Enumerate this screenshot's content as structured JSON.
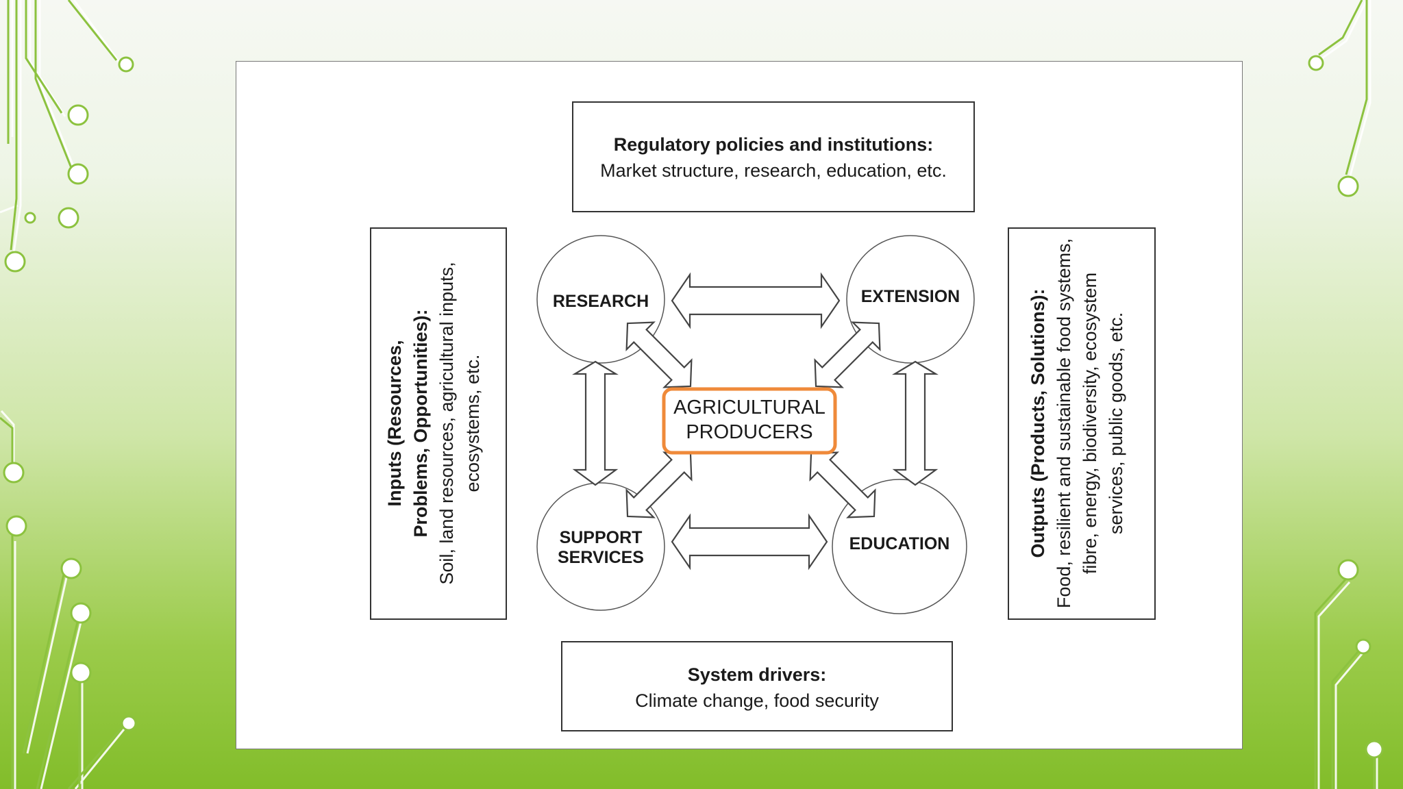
{
  "regulatory": {
    "title": "Regulatory policies and institutions:",
    "detail": "Market structure, research, education, etc."
  },
  "inputs": {
    "title_line1": "Inputs (Resources,",
    "title_line2": "Problems, Opportunities):",
    "detail_line1": "Soil, land resources, agricultural inputs,",
    "detail_line2": "ecosystems, etc."
  },
  "outputs": {
    "title": "Outputs (Products, Solutions):",
    "detail_line1": "Food, resilient and sustainable food systems,",
    "detail_line2": "fibre, energy, biodiversity, ecosystem",
    "detail_line3": "services, public goods, etc."
  },
  "drivers": {
    "title": "System drivers:",
    "detail": "Climate change, food security"
  },
  "nodes": {
    "research": "RESEARCH",
    "extension": "EXTENSION",
    "support_line1": "SUPPORT",
    "support_line2": "SERVICES",
    "education": "EDUCATION",
    "center_line1": "AGRICULTURAL",
    "center_line2": "PRODUCERS"
  },
  "colors": {
    "center_border": "#ef8a3a",
    "circuit_green": "#8cc23f"
  }
}
